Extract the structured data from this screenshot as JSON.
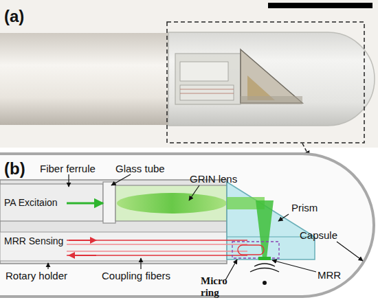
{
  "diagram": {
    "labels": [
      "(a)",
      "(b)",
      "Fiber ferrule",
      "Glass tube",
      "GRIN lens",
      "PA Excitaion",
      "MRR Sensing",
      "Prism",
      "Capsule",
      "Rotary holder",
      "Coupling fibers",
      "Micro ring",
      "MRR"
    ]
  }
}
